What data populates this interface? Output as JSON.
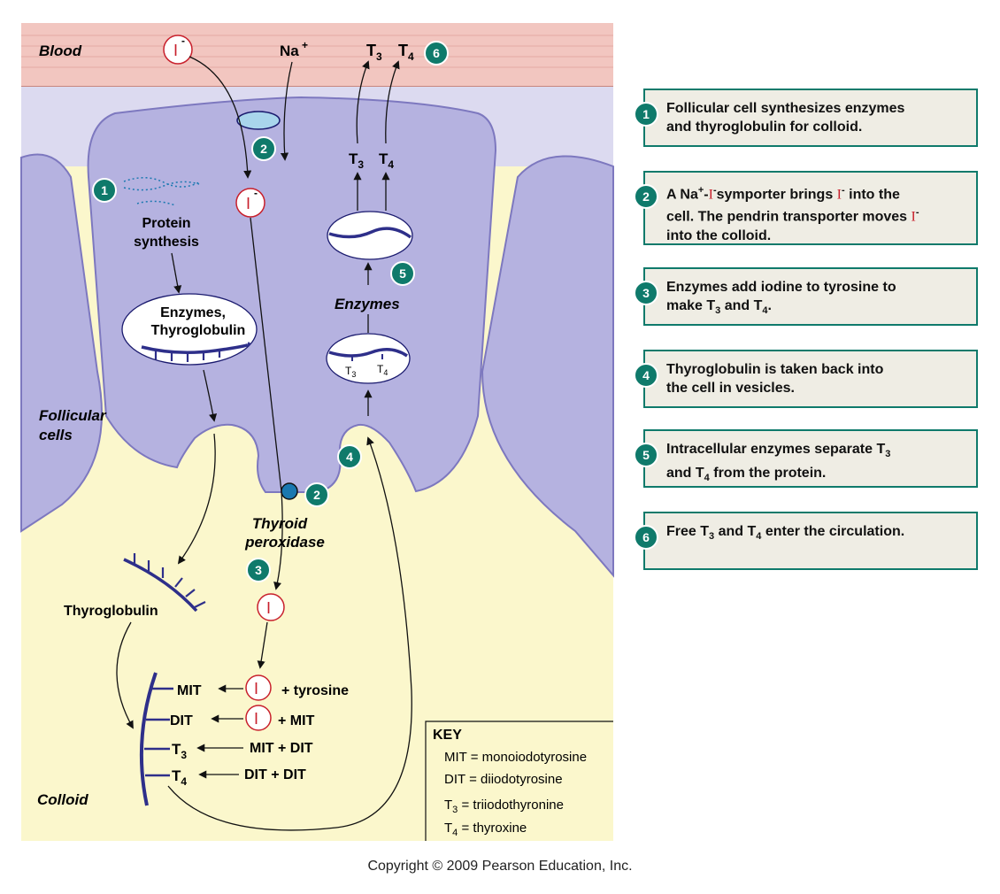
{
  "labels": {
    "blood": "Blood",
    "follicular_cells": [
      "Follicular",
      "cells"
    ],
    "colloid": "Colloid",
    "protein_synthesis": [
      "Protein",
      "synthesis"
    ],
    "enzymes_thyroglobulin": [
      "Enzymes,",
      "Thyroglobulin"
    ],
    "enzymes": "Enzymes",
    "thyroid_peroxidase": [
      "Thyroid",
      "peroxidase"
    ],
    "thyroglobulin": "Thyroglobulin",
    "iodide": "I",
    "iodide_charge": "-",
    "iodine": "I",
    "sodium": "Na",
    "sodium_charge": "+",
    "t": "T",
    "sub3": "3",
    "sub4": "4"
  },
  "reactions": [
    {
      "product": "MIT",
      "reactant": "+ tyrosine"
    },
    {
      "product": "DIT",
      "reactant": "+ MIT"
    },
    {
      "product": "T",
      "product_sub": "3",
      "reactant": "MIT + DIT"
    },
    {
      "product": "T",
      "product_sub": "4",
      "reactant": "DIT + DIT"
    }
  ],
  "key": {
    "title": "KEY",
    "rows": [
      {
        "abbr": "MIT",
        "sub": "",
        "def": "monoiodotyrosine"
      },
      {
        "abbr": "DIT",
        "sub": "",
        "def": "diiodotyrosine"
      },
      {
        "abbr": "T",
        "sub": "3",
        "def": "triiodothyronine"
      },
      {
        "abbr": "T",
        "sub": "4",
        "def": "thyroxine"
      }
    ]
  },
  "step_numbers": [
    "1",
    "2",
    "3",
    "4",
    "5",
    "6"
  ],
  "steps": {
    "s1": {
      "line1": "Follicular cell synthesizes enzymes",
      "line2": "and thyroglobulin for colloid."
    },
    "s2": {
      "a": "A Na",
      "a_sup": "+",
      "b": "-",
      "i1": "I",
      "i1_sup": "-",
      "c": "symporter brings",
      "i2": "I",
      "i2_sup": "-",
      "d": " into the",
      "line2a": "cell. The pendrin transporter moves",
      "i3": "I",
      "i3_sup": "-",
      "line3": "into the colloid."
    },
    "s3": {
      "line1": "Enzymes add iodine to tyrosine to",
      "a": "make T",
      "sub3": "3",
      "b": " and T",
      "sub4": "4",
      "c": "."
    },
    "s4": {
      "line1": "Thyroglobulin is taken back into",
      "line2": "the cell in vesicles."
    },
    "s5": {
      "a": "Intracellular enzymes separate T",
      "sub3": "3",
      "b": "and T",
      "sub4": "4",
      "c": " from the protein."
    },
    "s6": {
      "a": "Free T",
      "sub3": "3",
      "b": " and T",
      "sub4": "4",
      "c": " enter the circulation."
    }
  },
  "copyright": "Copyright © 2009 Pearson Education, Inc.",
  "colors": {
    "blood": "#f2c6c0",
    "cell": "#b5b2e0",
    "cell_outline": "#7d78bf",
    "colloid": "#fbf7cc",
    "interior": "#dcdaf0",
    "accent": "#0f7a6b",
    "iodide": "#c8202c",
    "strand": "#2e2f8a"
  }
}
